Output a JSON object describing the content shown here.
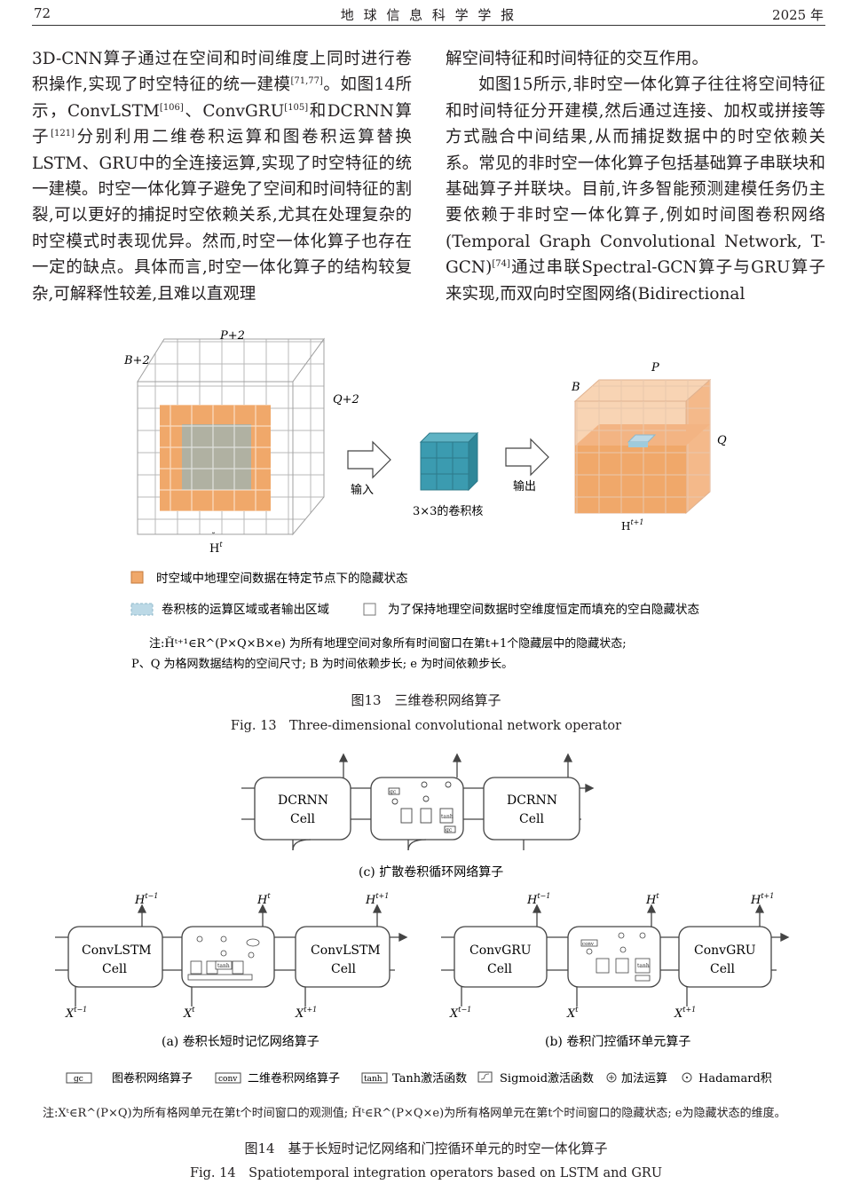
{
  "header": {
    "page": "72",
    "journal": "地 球 信 息 科 学 学 报",
    "year": "2025 年"
  },
  "left_col": {
    "p1": {
      "a": "3D-CNN算子通过在空间和时间维度上同时进行卷积操作,实现了时空特征的统一建模",
      "r1": "[71,77]",
      "b": "。如图14所示，ConvLSTM",
      "r2": "[106]",
      "c": "、ConvGRU",
      "r3": "[105]",
      "d": "和DCRNN算子",
      "r4": "[121]",
      "e": "分别利用二维卷积运算和图卷积运算替换LSTM、GRU中的全连接运算,实现了时空特征的统一建模。时空一体化算子避免了空间和时间特征的割裂,可以更好的捕捉时空依赖关系,尤其在处理复杂的时空模式时表现优异。然而,时空一体化算子也存在一定的缺点。具体而言,时空一体化算子的结构较复杂,可解释性较差,且难以直观理"
    }
  },
  "right_col": {
    "p1": "解空间特征和时间特征的交互作用。",
    "p2": {
      "a": "如图15所示,非时空一体化算子往往将空间特征和时间特征分开建模,然后通过连接、加权或拼接等方式融合中间结果,从而捕捉数据中的时空依赖关系。常见的非时空一体化算子包括基础算子串联块和基础算子并联块。目前,许多智能预测建模任务仍主要依赖于非时空一体化算子,例如时间图卷积网络(Temporal Graph Convolutional Network, T-GCN)",
      "r1": "[74]",
      "b": "通过串联Spectral-GCN算子与GRU算子来实现,而双向时空图网络(Bidirectional"
    }
  },
  "fig13": {
    "labels": {
      "p2": "P+2",
      "b2": "B+2",
      "q2": "Q+2",
      "ht": "H",
      "ht_sup": "t",
      "htp1": "H",
      "htp1_sup": "t+1",
      "p": "P",
      "b": "B",
      "q": "Q",
      "input": "输入",
      "output": "输出",
      "kernel": "3×3的卷积核"
    },
    "legend": {
      "orange": "时空域中地理空间数据在特定节点下的隐藏状态",
      "blue": "卷积核的运算区域或者输出区域",
      "white": "为了保持地理空间数据时空维度恒定而填充的空白隐藏状态"
    },
    "note1": "注:H̆ᵗ⁺¹∈R^(P×Q×B×e) 为所有地理空间对象所有时间窗口在第t+1个隐藏层中的隐藏状态;",
    "note2": "P、Q 为格网数据结构的空间尺寸; B 为时间依赖步长; e 为时间依赖步长。",
    "caption_cn": "图13　三维卷积网络算子",
    "caption_en": "Fig. 13　Three-dimensional convolutional network operator"
  },
  "fig14": {
    "c": {
      "cell_l1": "DCRNN",
      "cell_l2": "Cell",
      "caption": "(c) 扩散卷积循环网络算子"
    },
    "a": {
      "cell_l1": "ConvLSTM",
      "cell_l2": "Cell",
      "caption": "(a) 卷积长短时记忆网络算子"
    },
    "b": {
      "cell_l1": "ConvGRU",
      "cell_l2": "Cell",
      "caption": "(b) 卷积门控循环单元算子"
    },
    "vars": {
      "h": "H",
      "x": "X",
      "tm1": "t−1",
      "t": "t",
      "tp1": "t+1"
    },
    "inner": {
      "gc": "gc",
      "conv": "conv",
      "tanh": "tanh"
    },
    "legend": {
      "gc_box": "gc",
      "gc": "图卷积网络算子",
      "conv_box": "conv",
      "conv": "二维卷积网络算子",
      "tanh_box": "tanh",
      "tanh": "Tanh激活函数",
      "sig": "Sigmoid激活函数",
      "add": "加法运算",
      "had": "Hadamard积"
    },
    "note": "注:Xᵗ∈R^(P×Q)为所有格网单元在第t个时间窗口的观测值; H̆ᵗ∈R^(P×Q×e)为所有格网单元在第t个时间窗口的隐藏状态; e为隐藏状态的维度。",
    "caption_cn": "图14　基于长短时记忆网络和门控循环单元的时空一体化算子",
    "caption_en": "Fig. 14　Spatiotemporal integration operators based on LSTM and GRU"
  },
  "colors": {
    "orange": "#f0a86a",
    "orange_light": "#f8d4b4",
    "teal": "#3b9bb0",
    "blue_light": "#bcd9e6",
    "gray_cell": "#a9b1a8"
  }
}
